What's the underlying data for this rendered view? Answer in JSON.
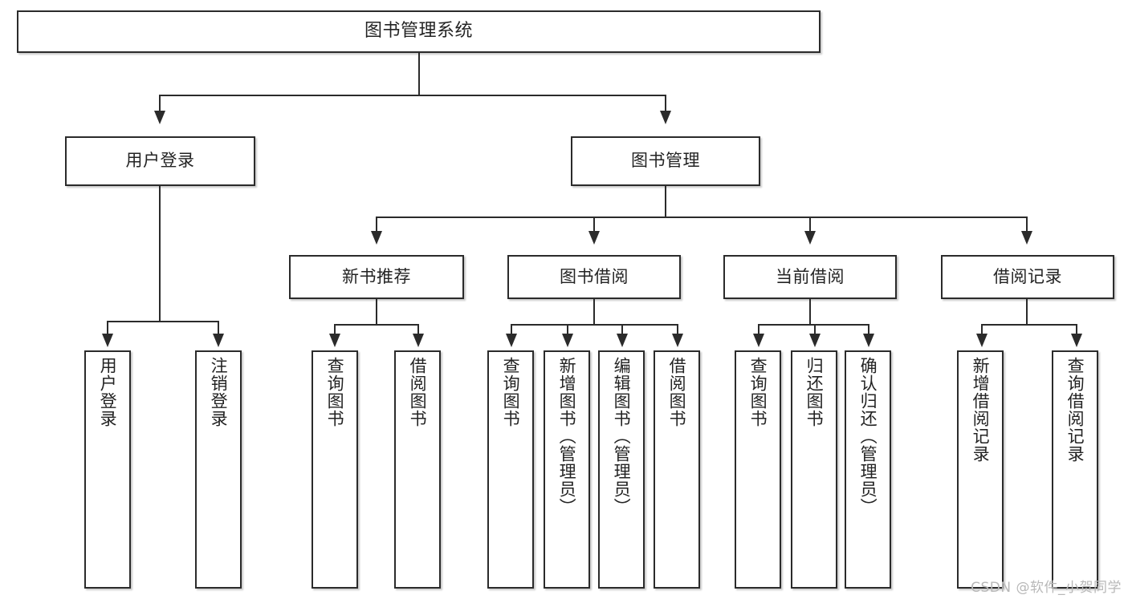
{
  "diagram": {
    "type": "tree",
    "title": "图书管理系统",
    "watermark": "CSDN @软件_小贺同学",
    "colors": {
      "box_border": "#2b2b2b",
      "box_fill": "#ffffff",
      "connector": "#2b2b2b",
      "text": "#232323",
      "watermark": "#b8b8b8",
      "background": "#ffffff"
    },
    "root": {
      "label": "图书管理系统"
    },
    "level2": [
      {
        "label": "用户登录"
      },
      {
        "label": "图书管理"
      }
    ],
    "level3": [
      {
        "label": "新书推荐"
      },
      {
        "label": "图书借阅"
      },
      {
        "label": "当前借阅"
      },
      {
        "label": "借阅记录"
      }
    ],
    "leaves": {
      "user_login": [
        {
          "label": "用户登录"
        },
        {
          "label": "注销登录"
        }
      ],
      "new_book_recommend": [
        {
          "label": "查询图书"
        },
        {
          "label": "借阅图书"
        }
      ],
      "book_borrow": [
        {
          "label": "查询图书"
        },
        {
          "label": "新增图书（管理员）"
        },
        {
          "label": "编辑图书（管理员）"
        },
        {
          "label": "借阅图书"
        }
      ],
      "current_borrow": [
        {
          "label": "查询图书"
        },
        {
          "label": "归还图书"
        },
        {
          "label": "确认归还（管理员）"
        }
      ],
      "borrow_record": [
        {
          "label": "新增借阅记录"
        },
        {
          "label": "查询借阅记录"
        }
      ]
    }
  }
}
